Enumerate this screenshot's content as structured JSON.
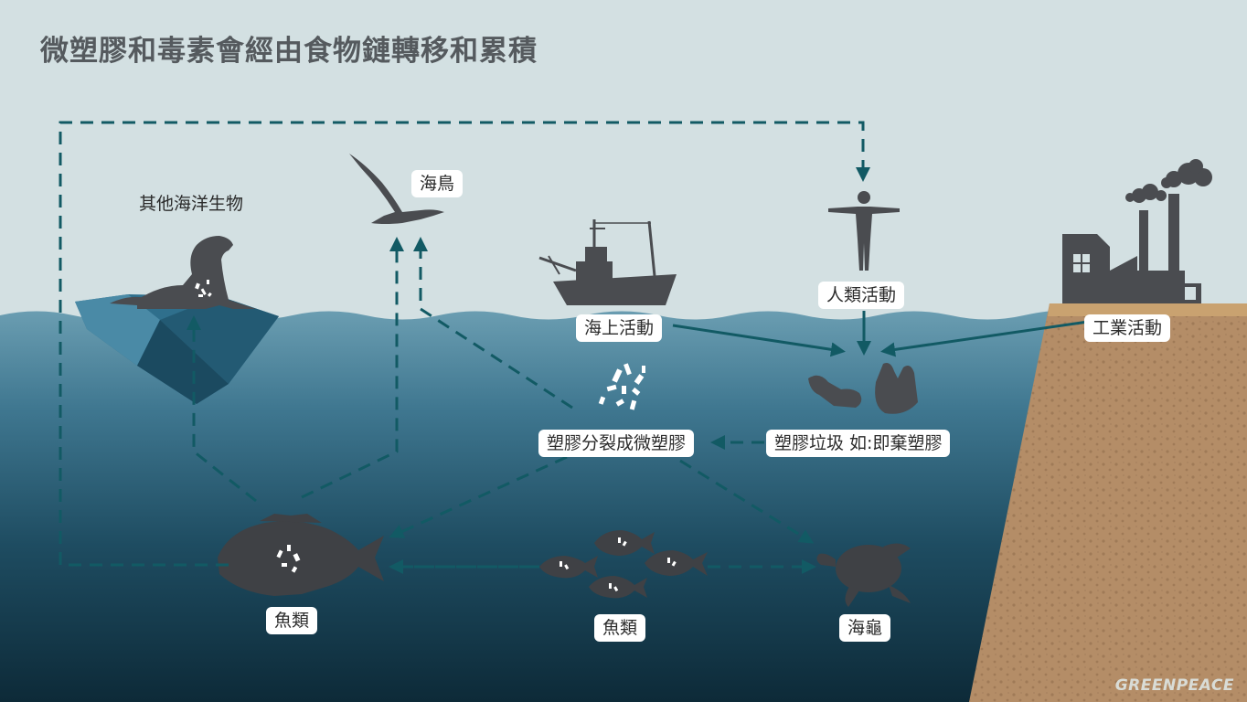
{
  "title": "微塑膠和毒素會經由食物鏈轉移和累積",
  "labels": {
    "other_marine_life": "其他海洋生物",
    "seabird": "海鳥",
    "human_activity": "人類活動",
    "sea_activity": "海上活動",
    "industrial_activity": "工業活動",
    "micro_fragmentation": "塑膠分裂成微塑膠",
    "plastic_waste": "塑膠垃圾 如:即棄塑膠",
    "fish_large": "魚類",
    "fish_school": "魚類",
    "sea_turtle": "海龜"
  },
  "brand": "GREENPEACE",
  "colors": {
    "sky": "#d3e0e2",
    "ocean_surface": "#5f97ac",
    "ocean_deep": "#0f2f3f",
    "arrow": "#125a64",
    "silhouette": "#4a4c50",
    "cliff": "#b48d67",
    "title": "#555a5e"
  },
  "icons": [
    "iceberg-icon",
    "sea-lion-icon",
    "seabird-icon",
    "human-icon",
    "fishing-boat-icon",
    "factory-icon",
    "plastic-waste-icon",
    "microplastic-icon",
    "large-fish-icon",
    "fish-school-icon",
    "sea-turtle-icon"
  ]
}
